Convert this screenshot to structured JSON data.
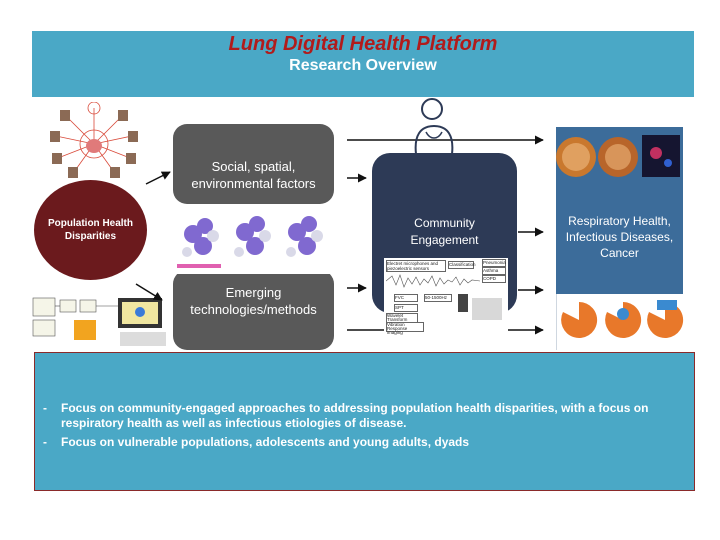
{
  "header": {
    "title": "Lung Digital Health Platform",
    "subtitle": "Research Overview"
  },
  "boxes": {
    "social": [
      "Social, spatial,",
      "environmental factors"
    ],
    "technologies": [
      "Emerging",
      "technologies/methods"
    ],
    "community": [
      "Community",
      "Engagement"
    ],
    "outcomes": [
      "Respiratory Health,",
      "Infectious Diseases,",
      "Cancer"
    ],
    "disparities": [
      "Population Health",
      "Disparities"
    ]
  },
  "sensor_labels": {
    "electret": "Electret microphones and piezoelectric sensors",
    "classification": "Classification",
    "pneumonia": "Pneumonia",
    "asthma": "Asthma",
    "copd": "COPD",
    "fvc": "FVC",
    "spt": "SPT",
    "freq": "50-1500Hz",
    "wavelet": "Wavelet Transform",
    "vibration": "Vibration Response imaging"
  },
  "bullets": [
    "Focus on community-engaged approaches to addressing population health disparities, with a focus on respiratory health as well as infectious etiologies of disease.",
    "Focus on vulnerable populations, adolescents and young adults, dyads"
  ],
  "colors": {
    "header": "#4aa8c6",
    "title": "#b11b1b",
    "gray_box": "#595959",
    "community": "#2d3a56",
    "outcome": "#3c6c9a",
    "disparity": "#6b1a1d"
  }
}
